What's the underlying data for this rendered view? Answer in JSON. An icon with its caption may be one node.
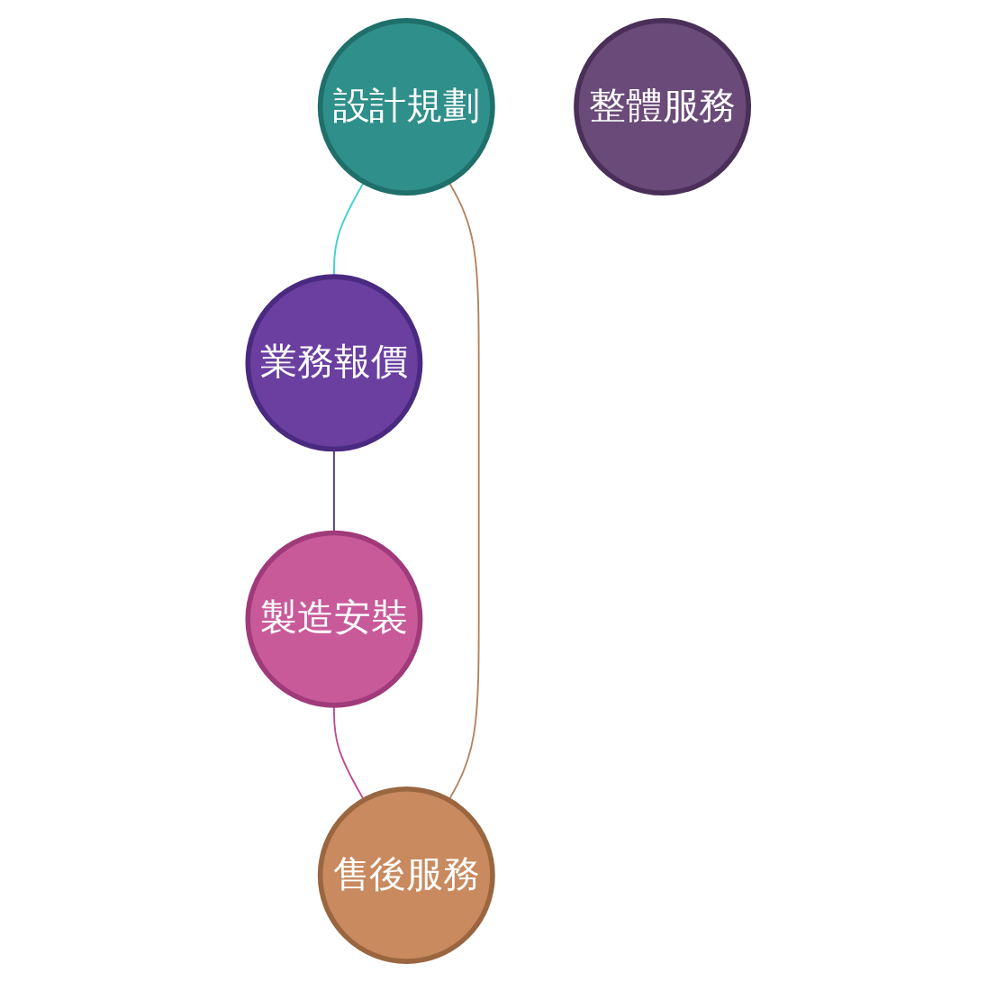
{
  "diagram": {
    "nodes": [
      {
        "text": [
          "設計規劃"
        ]
      },
      {
        "text": [
          "售後服務"
        ]
      },
      {
        "text": [
          "整體服務"
        ]
      },
      {
        "text": [
          "業務報價"
        ]
      },
      {
        "text": [
          "製造安裝"
        ]
      }
    ],
    "edges": [
      {
        "from": 0,
        "to": 3,
        "arrow": "none",
        "color": "#40d0d0"
      },
      {
        "from": 3,
        "to": 4,
        "arrow": "none",
        "color": "#503c8c"
      },
      {
        "from": 4,
        "to": 1,
        "arrow": "none",
        "color": "#c04c8c"
      },
      {
        "from": 1,
        "to": 0,
        "arrow": "none",
        "color": "#b4825c"
      }
    ]
  }
}
